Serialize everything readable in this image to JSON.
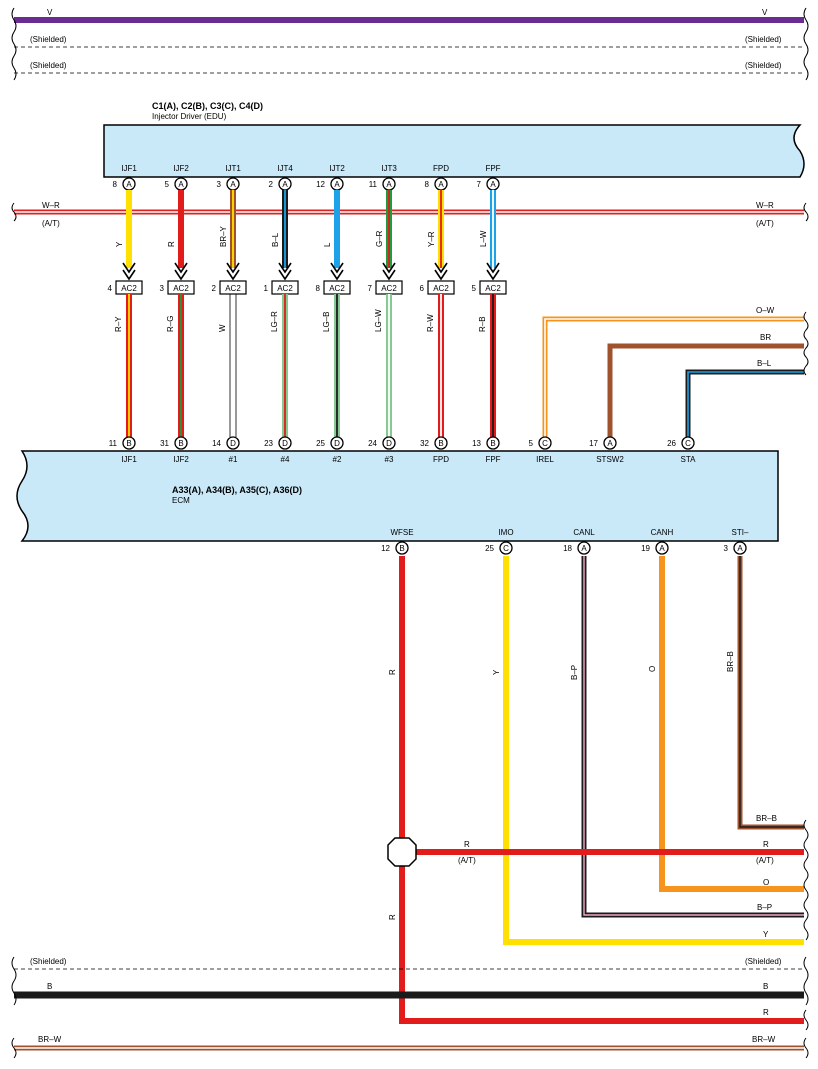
{
  "top_wires": {
    "v_label": "V",
    "shielded_label": "(Shielded)"
  },
  "edu": {
    "connectors": "C1(A), C2(B), C3(C), C4(D)",
    "name": "Injector Driver (EDU)",
    "pins": [
      {
        "name": "IJF1",
        "num": "8",
        "conn": "A"
      },
      {
        "name": "IJF2",
        "num": "5",
        "conn": "A"
      },
      {
        "name": "IJT1",
        "num": "3",
        "conn": "A"
      },
      {
        "name": "IJT4",
        "num": "2",
        "conn": "A"
      },
      {
        "name": "IJT2",
        "num": "12",
        "conn": "A"
      },
      {
        "name": "IJT3",
        "num": "11",
        "conn": "A"
      },
      {
        "name": "FPD",
        "num": "8",
        "conn": "A"
      },
      {
        "name": "FPF",
        "num": "7",
        "conn": "A"
      }
    ]
  },
  "wr_wire": {
    "label": "W–R",
    "sub": "(A/T)"
  },
  "upper_wire_colors": [
    "Y",
    "R",
    "BR–Y",
    "B–L",
    "L",
    "G–R",
    "Y–R",
    "L–W"
  ],
  "junction": {
    "label": "AC2",
    "pins": [
      "4",
      "3",
      "2",
      "1",
      "8",
      "7",
      "6",
      "5"
    ]
  },
  "lower_wire_colors": [
    "R–Y",
    "R–G",
    "W",
    "LG–R",
    "LG–B",
    "LG–W",
    "R–W",
    "R–B"
  ],
  "right_wires": [
    {
      "label": "O–W",
      "color": "#f7941d"
    },
    {
      "label": "BR",
      "color": "#a0522d"
    },
    {
      "label": "B–L",
      "color": "#1b1b1b"
    }
  ],
  "ecm": {
    "connectors": "A33(A), A34(B), A35(C), A36(D)",
    "name": "ECM",
    "top_pins": [
      {
        "name": "IJF1",
        "num": "11",
        "conn": "B"
      },
      {
        "name": "IJF2",
        "num": "31",
        "conn": "B"
      },
      {
        "name": "#1",
        "num": "14",
        "conn": "D"
      },
      {
        "name": "#4",
        "num": "23",
        "conn": "D"
      },
      {
        "name": "#2",
        "num": "25",
        "conn": "D"
      },
      {
        "name": "#3",
        "num": "24",
        "conn": "D"
      },
      {
        "name": "FPD",
        "num": "32",
        "conn": "B"
      },
      {
        "name": "FPF",
        "num": "13",
        "conn": "B"
      },
      {
        "name": "IREL",
        "num": "5",
        "conn": "C"
      },
      {
        "name": "STSW2",
        "num": "17",
        "conn": "A"
      },
      {
        "name": "STA",
        "num": "26",
        "conn": "C"
      }
    ],
    "bottom_pins": [
      {
        "name": "WFSE",
        "num": "12",
        "conn": "B"
      },
      {
        "name": "IMO",
        "num": "25",
        "conn": "C"
      },
      {
        "name": "CANL",
        "num": "18",
        "conn": "A"
      },
      {
        "name": "CANH",
        "num": "19",
        "conn": "A"
      },
      {
        "name": "STI–",
        "num": "3",
        "conn": "A"
      }
    ]
  },
  "bottom_vertical_colors": [
    "R",
    "Y",
    "B–P",
    "O",
    "BR–B"
  ],
  "bottom_wires": {
    "brb": "BR–B",
    "r_label": "R",
    "r_sub": "(A/T)",
    "o_label": "O",
    "bp_label": "B–P",
    "y_label": "Y",
    "shielded_label": "(Shielded)",
    "b_label": "B",
    "r2_label": "R",
    "vertical_r": "R",
    "brw_label": "BR–W"
  }
}
